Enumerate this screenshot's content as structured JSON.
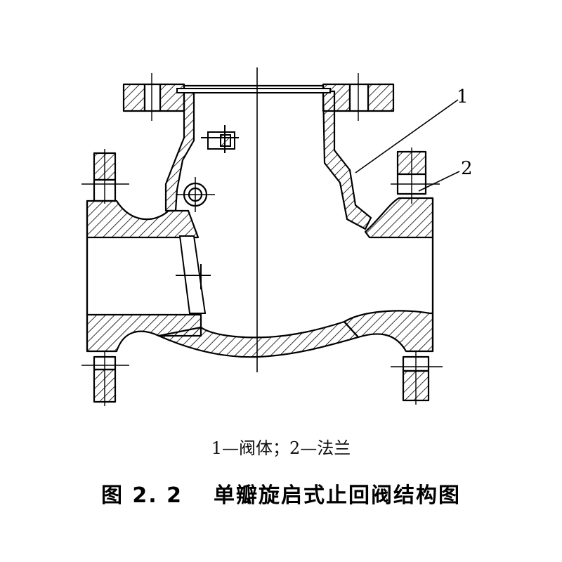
{
  "callouts": [
    {
      "number": "1",
      "part": "阀体"
    },
    {
      "number": "2",
      "part": "法兰"
    }
  ],
  "legend": "1—阀体；2—法兰",
  "figure": {
    "label": "图 2. 2",
    "title": "单瓣旋启式止回阀结构图"
  },
  "colors": {
    "ink": "#000000",
    "paper": "#ffffff"
  }
}
